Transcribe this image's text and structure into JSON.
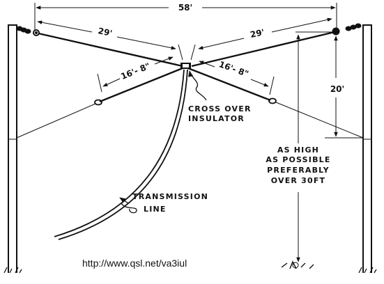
{
  "diagram": {
    "dimensions": {
      "overall_span": "58'",
      "left_leg": "29'",
      "right_leg": "29'",
      "left_inner": "16'- 8\"",
      "right_inner": "16'- 8\"",
      "height_drop": "20'"
    },
    "callouts": {
      "insulator_line1": "CROSS OVER",
      "insulator_line2": "INSULATOR",
      "height_line1": "AS HIGH",
      "height_line2": "AS POSSIBLE",
      "height_line3": "PREFERABLY",
      "height_line4": "OVER 30FT",
      "feedline_line1": "TRANSMISSION",
      "feedline_line2": "LINE"
    },
    "url": "http://www.qsl.net/va3iul"
  }
}
